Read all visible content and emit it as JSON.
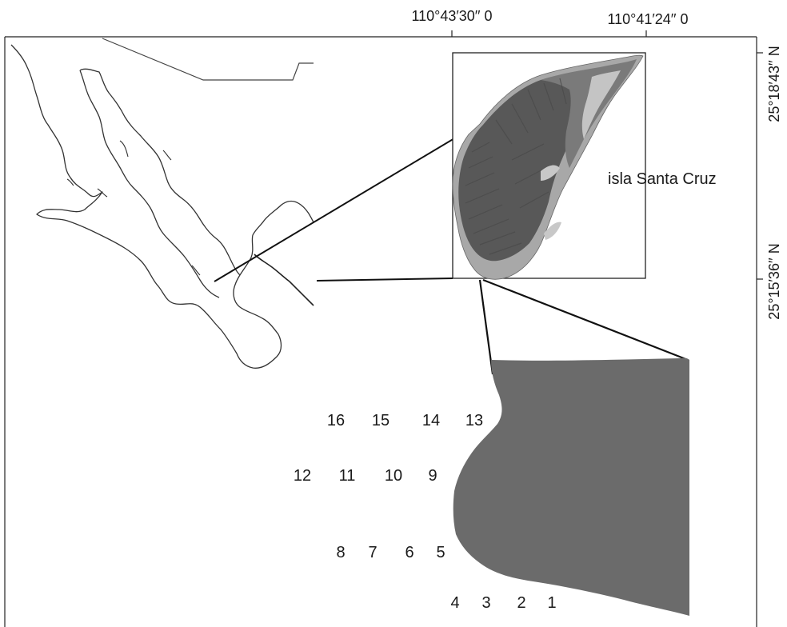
{
  "top_coords": {
    "left": "110°43′30′′ 0",
    "right": "110°41′24′′ 0"
  },
  "right_coords": {
    "upper": "25°18′43′′ N",
    "lower": "25°15′36′′ N"
  },
  "island_name": "isla Santa Cruz",
  "site_labels": [
    "16",
    "15",
    "14",
    "13",
    "12",
    "11",
    "10",
    "9",
    "8",
    "7",
    "6",
    "5",
    "4",
    "3",
    "2",
    "1"
  ],
  "colors": {
    "island_dark": "#5b5b5b",
    "island_mid": "#8c8c8c",
    "island_light": "#b4b4b4",
    "zoom_fill": "#6b6b6b",
    "coastline": "#4a4a4a",
    "frame": "#222222"
  }
}
